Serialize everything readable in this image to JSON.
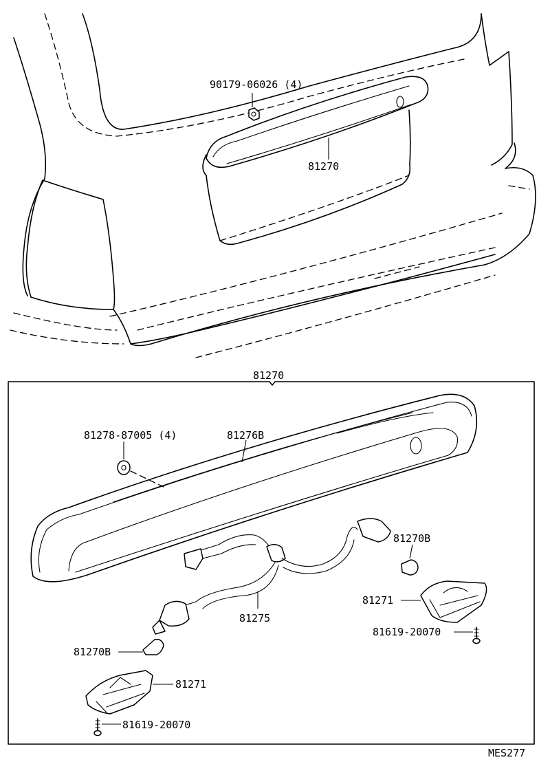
{
  "labels": {
    "nut_top": "90179-06026 (4)",
    "lamp_assy_top": "81270",
    "lamp_assy_box": "81270",
    "clip": "81278-87005 (4)",
    "cover": "81276B",
    "bulb_right": "81270B",
    "lamp_right": "81271",
    "screw_right": "81619-20070",
    "wire": "81275",
    "bulb_left": "81270B",
    "lamp_left": "81271",
    "screw_left": "81619-20070",
    "figure_code": "MES277"
  }
}
